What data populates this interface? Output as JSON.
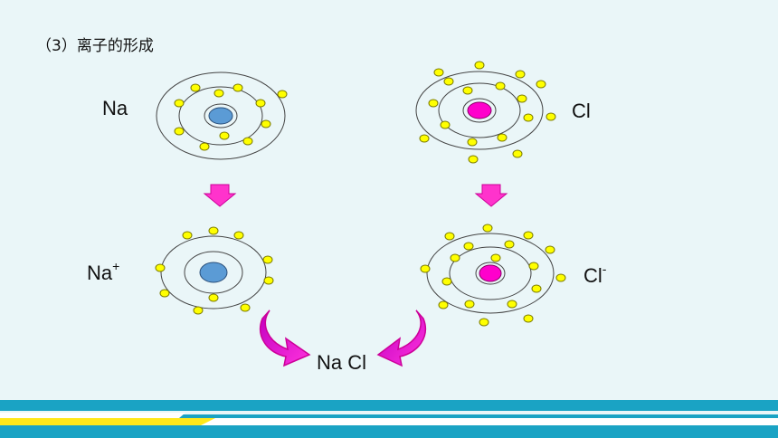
{
  "slide": {
    "title": "（3）离子的形成"
  },
  "atoms": {
    "na": {
      "symbol": "Na"
    },
    "cl": {
      "symbol": "Cl"
    },
    "na_ion": {
      "symbol": "Na",
      "charge": "+"
    },
    "cl_ion": {
      "symbol": "Cl",
      "charge": "-"
    }
  },
  "product": {
    "label": "Na Cl"
  },
  "colors": {
    "background": "#eaf6f8",
    "na_nucleus": "#5b9bd5",
    "cl_nucleus": "#ff00cc",
    "electron": "#ffff00",
    "arrow": "#ff33cc",
    "footer_blue": "#1aa3c4",
    "footer_yellow": "#ffe81a"
  }
}
